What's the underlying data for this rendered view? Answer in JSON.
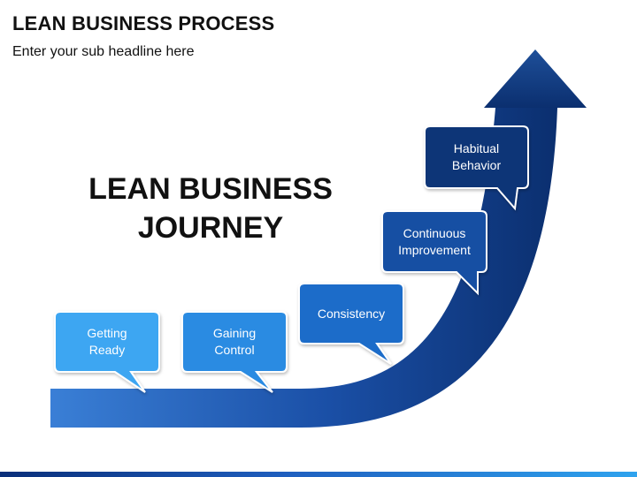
{
  "header": {
    "title": "LEAN BUSINESS PROCESS",
    "subtitle": "Enter your sub headline here"
  },
  "center": {
    "line1": "LEAN BUSINESS",
    "line2": "JOURNEY"
  },
  "steps": [
    {
      "line1": "Getting",
      "line2": "Ready",
      "color": "#3ea6f2"
    },
    {
      "line1": "Gaining",
      "line2": "Control",
      "color": "#2b8be2"
    },
    {
      "line1": "Consistency",
      "line2": "",
      "color": "#1c6cc9"
    },
    {
      "line1": "Continuous",
      "line2": "Improvement",
      "color": "#174fa3"
    },
    {
      "line1": "Habitual",
      "line2": "Behavior",
      "color": "#0f3577"
    }
  ],
  "colors": {
    "arrow_start": "#3a7fd6",
    "arrow_end": "#0b2f6f",
    "bar_start": "#0a2f7a",
    "bar_end": "#2fa3ee"
  }
}
